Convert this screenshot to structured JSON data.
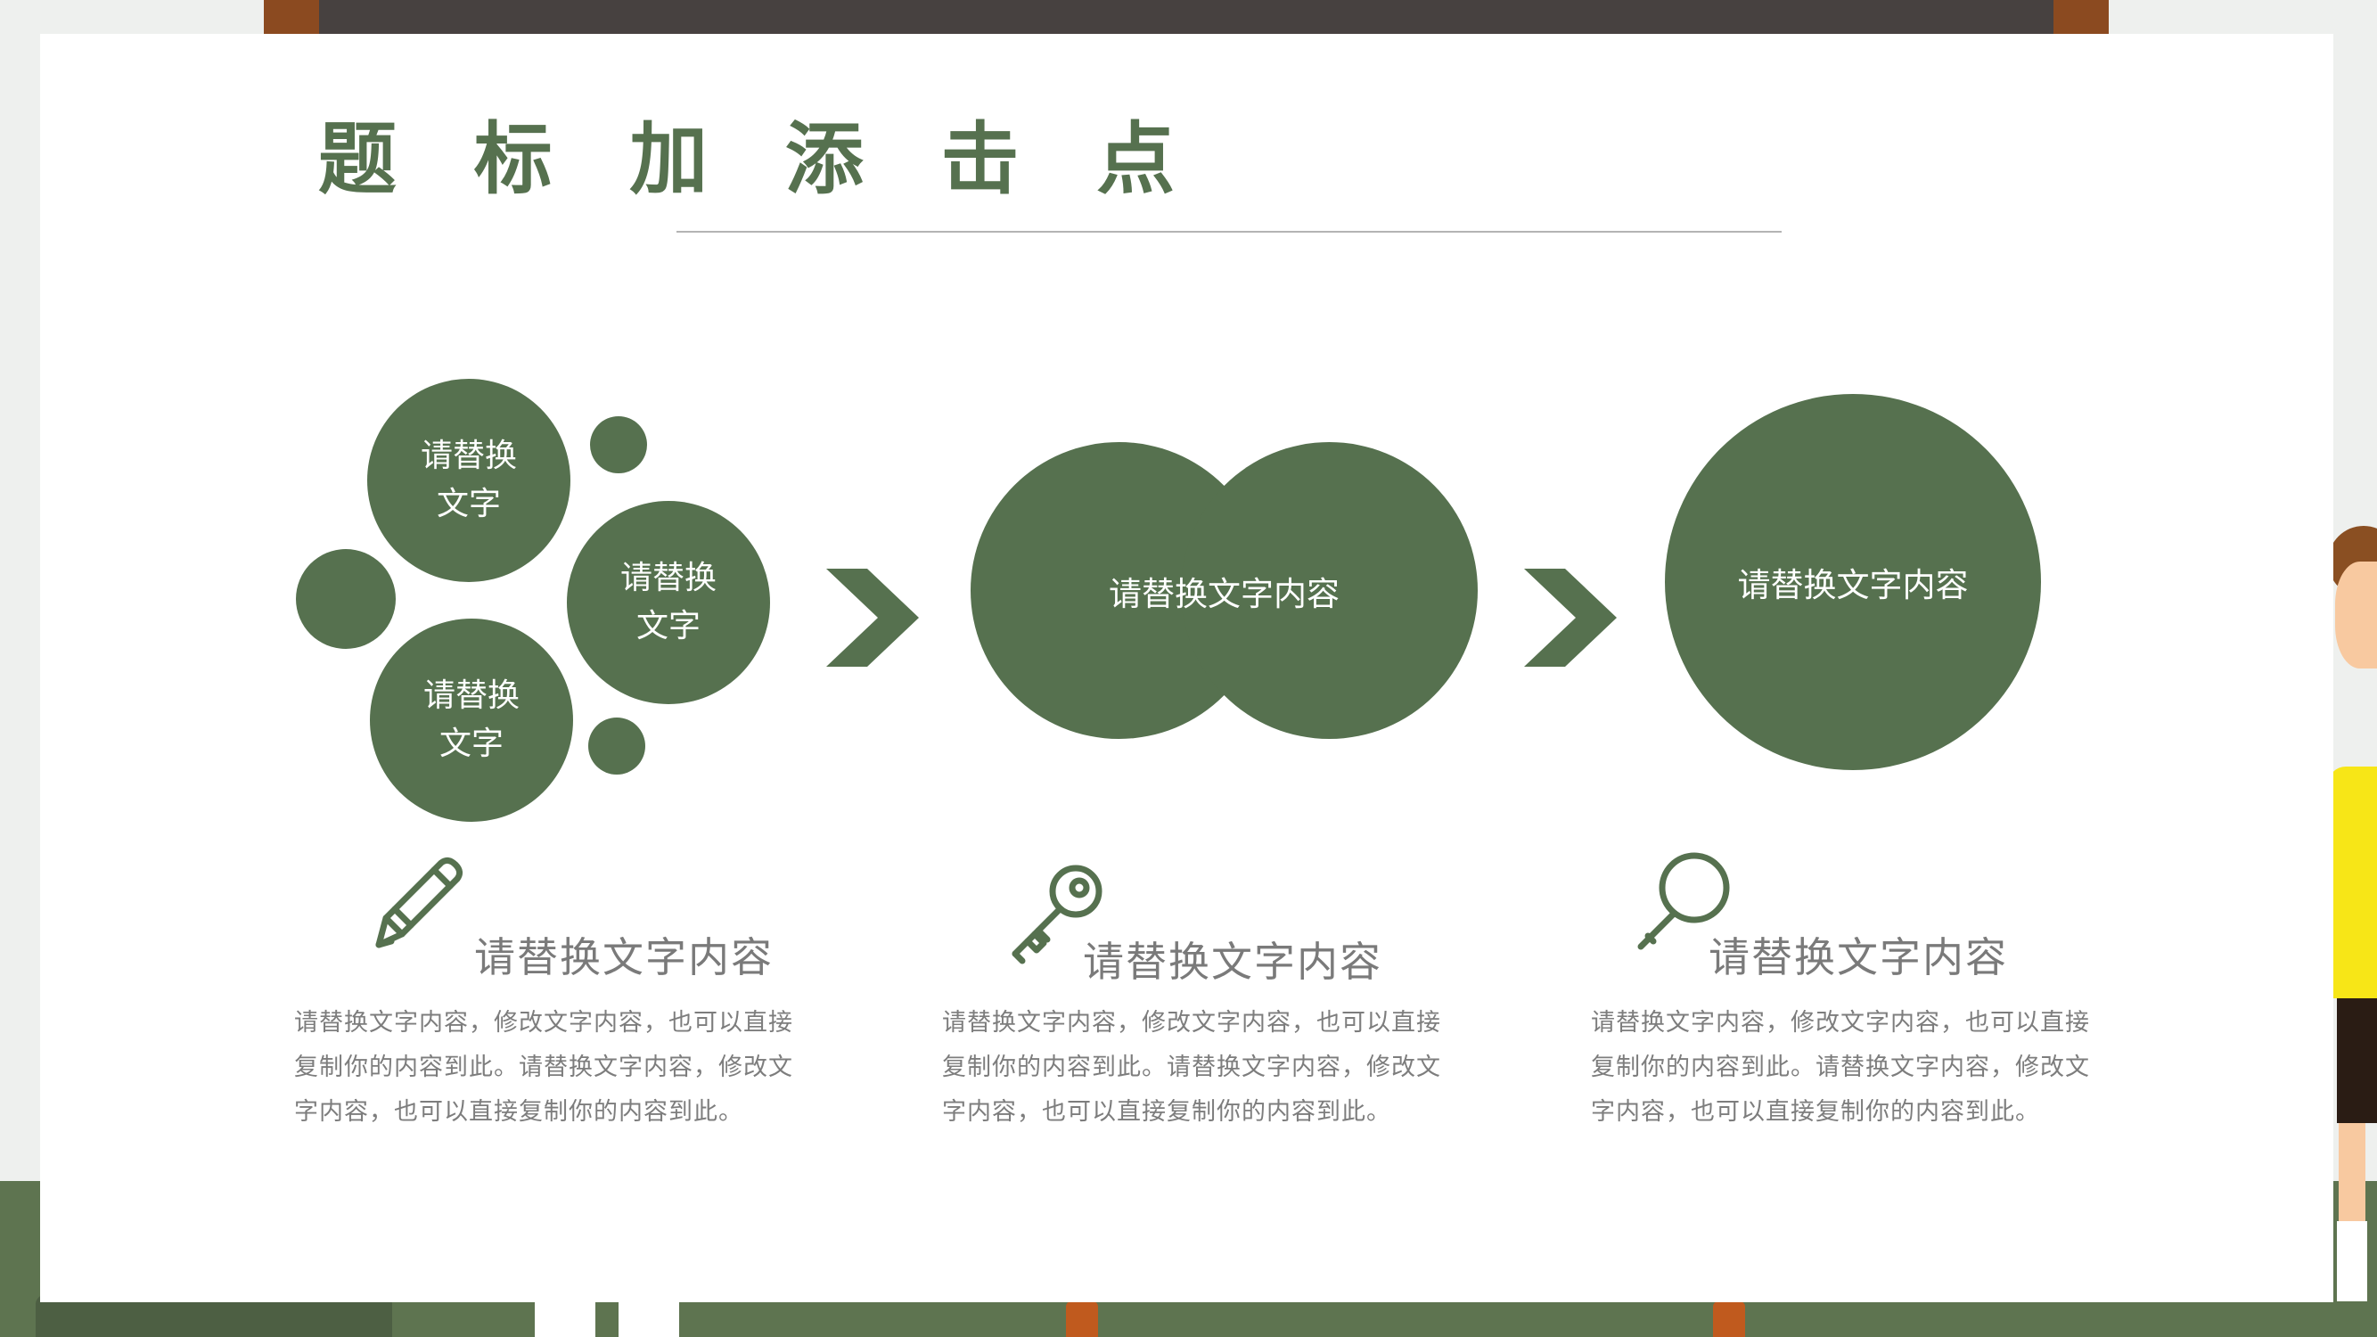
{
  "slide": {
    "title": "题 标 加 添 击 点"
  },
  "diagram": {
    "cluster_labels": [
      "请替换文字",
      "请替换文字",
      "请替换文字"
    ],
    "double_circle_label": "请替换文字内容",
    "single_circle_label": "请替换文字内容"
  },
  "columns": [
    {
      "icon": "pencil-icon",
      "heading": "请替换文字内容",
      "body": "请替换文字内容，修改文字内容，也可以直接复制你的内容到此。请替换文字内容，修改文字内容，也可以直接复制你的内容到此。"
    },
    {
      "icon": "key-icon",
      "heading": "请替换文字内容",
      "body": "请替换文字内容，修改文字内容，也可以直接复制你的内容到此。请替换文字内容，修改文字内容，也可以直接复制你的内容到此。"
    },
    {
      "icon": "magnifier-icon",
      "heading": "请替换文字内容",
      "body": "请替换文字内容，修改文字内容，也可以直接复制你的内容到此。请替换文字内容，修改文字内容，也可以直接复制你的内容到此。"
    }
  ],
  "colors": {
    "accent": "#56714f",
    "heading_text": "#7a7a7a",
    "body_text": "#7d7d7d",
    "rule": "#b4b4b4"
  }
}
